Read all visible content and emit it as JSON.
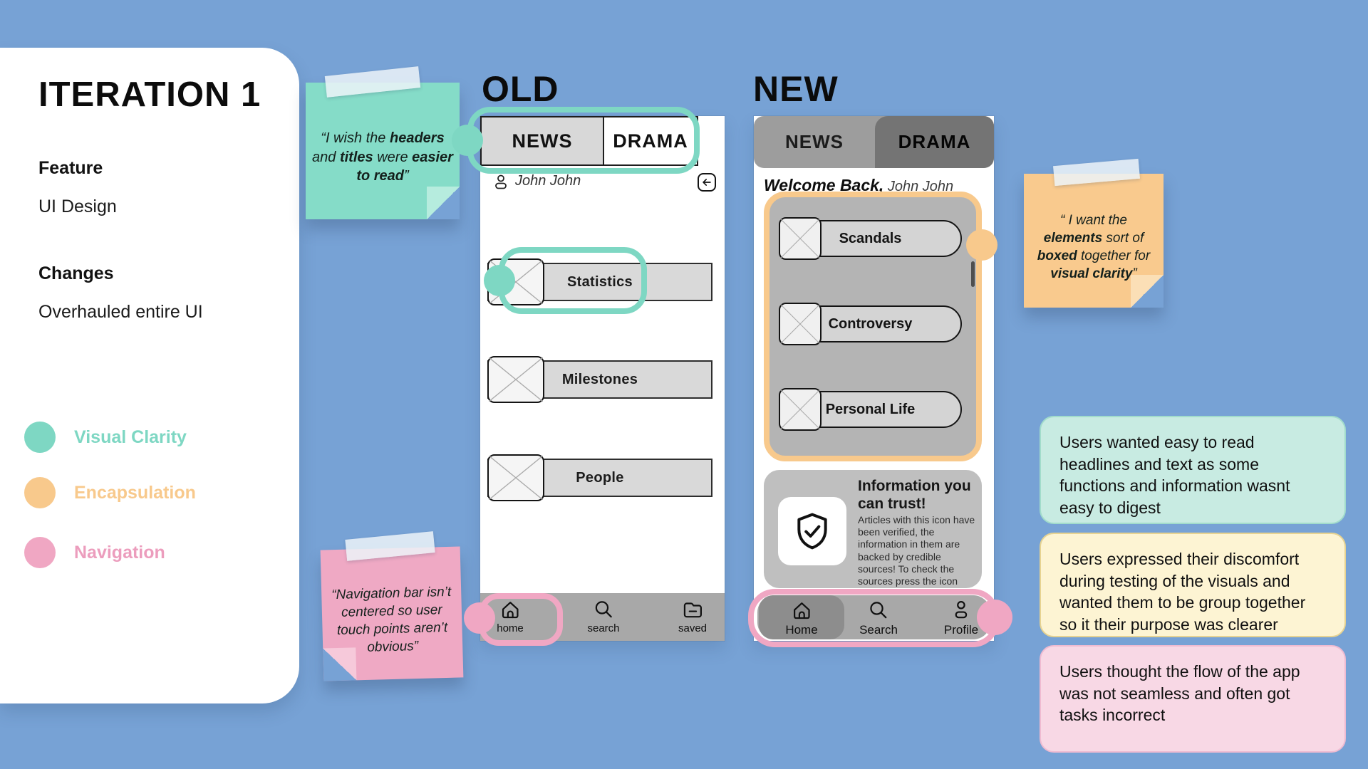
{
  "colors": {
    "background": "#77a2d5",
    "visual_clarity": "#7ed7c3",
    "encapsulation": "#f8c98c",
    "navigation": "#f0a7c3"
  },
  "left_panel": {
    "title": "ITERATION 1",
    "feature_label": "Feature",
    "feature_value": "UI Design",
    "changes_label": "Changes",
    "changes_value": "Overhauled entire UI",
    "legend": [
      {
        "label": "Visual Clarity",
        "color": "#7ed7c3"
      },
      {
        "label": "Encapsulation",
        "color": "#f8c98c"
      },
      {
        "label": "Navigation",
        "color": "#f0a7c3"
      }
    ]
  },
  "notes": {
    "visual_clarity": {
      "pre": "“I wish the ",
      "bold1": "headers",
      "mid1": " and ",
      "bold2": "titles",
      "mid2": " were ",
      "bold3": "easier to read",
      "post": "”"
    },
    "encapsulation": {
      "pre": "“ I want the ",
      "bold1": "elements",
      "mid1": " sort of ",
      "bold2": "boxed",
      "mid2": " together for ",
      "bold3": "visual clarity",
      "post": "”"
    },
    "navigation": {
      "text": "“Navigation bar isn’t centered so user touch points aren’t obvious”"
    }
  },
  "old_screen": {
    "heading": "OLD",
    "tab_news": "NEWS",
    "tab_drama": "DRAMA",
    "username": "John John",
    "list_items": [
      "Statistics",
      "Milestones",
      "People"
    ],
    "nav_items": [
      "home",
      "search",
      "saved"
    ]
  },
  "new_screen": {
    "heading": "NEW",
    "tab_news": "NEWS",
    "tab_drama": "DRAMA",
    "welcome_prefix": "Welcome Back,",
    "welcome_name": " John John",
    "list_items": [
      "Scandals",
      "Controversy",
      "Personal Life"
    ],
    "info_card": {
      "title": "Information you can trust!",
      "body": "Articles with this icon have been verified, the information in them are backed by credible sources! To check the sources press the icon"
    },
    "nav_items": [
      "Home",
      "Search",
      "Profile"
    ]
  },
  "feedback": {
    "visual_clarity": "Users wanted easy to read headlines and text as some functions and information wasnt easy to digest",
    "encapsulation": "Users expressed their discomfort during testing of the visuals and wanted them to be group together so it their purpose was clearer",
    "navigation": "Users thought the flow of the app was not seamless and often got tasks incorrect"
  }
}
